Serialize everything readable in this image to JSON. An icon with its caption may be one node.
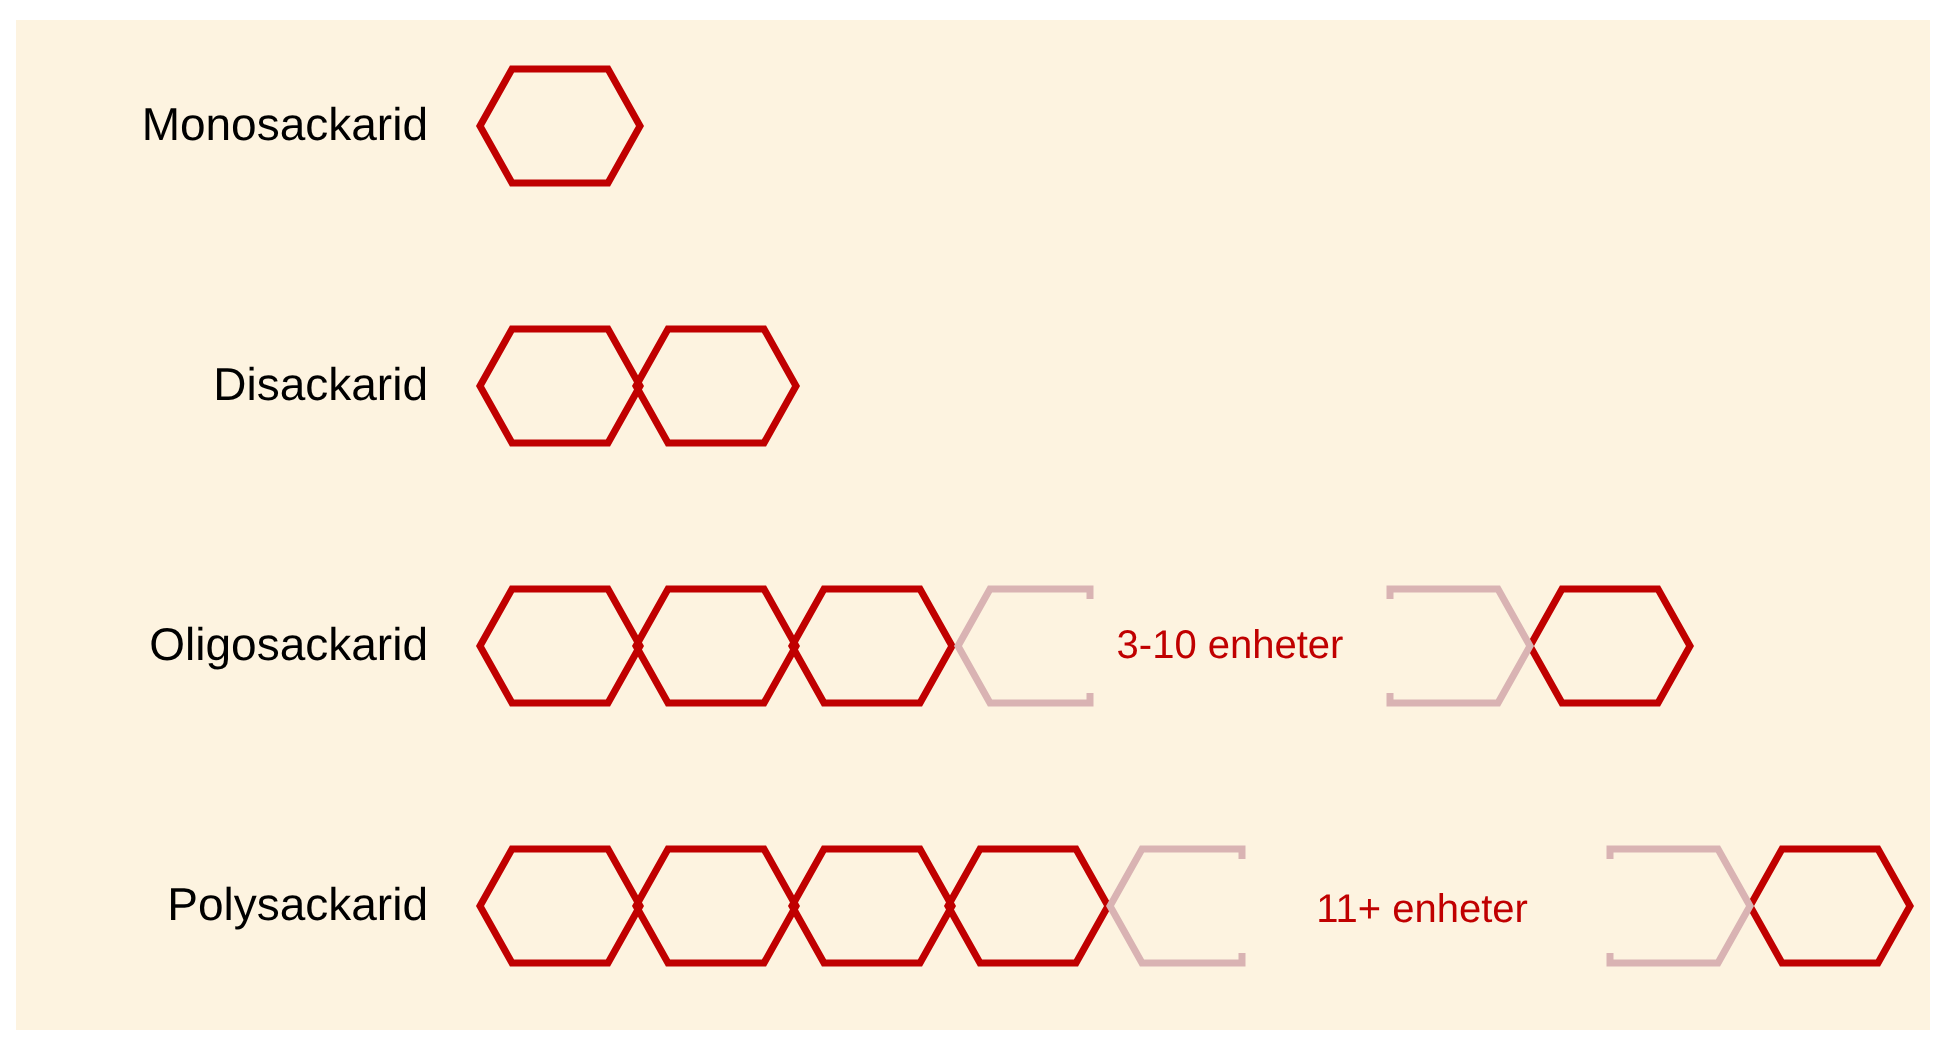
{
  "diagram": {
    "labels": [
      "Monosackarid",
      "Disackarid",
      "Oligosackarid",
      "Polysackarid",
      "3-10 enheter",
      "11+ enheter"
    ]
  }
}
